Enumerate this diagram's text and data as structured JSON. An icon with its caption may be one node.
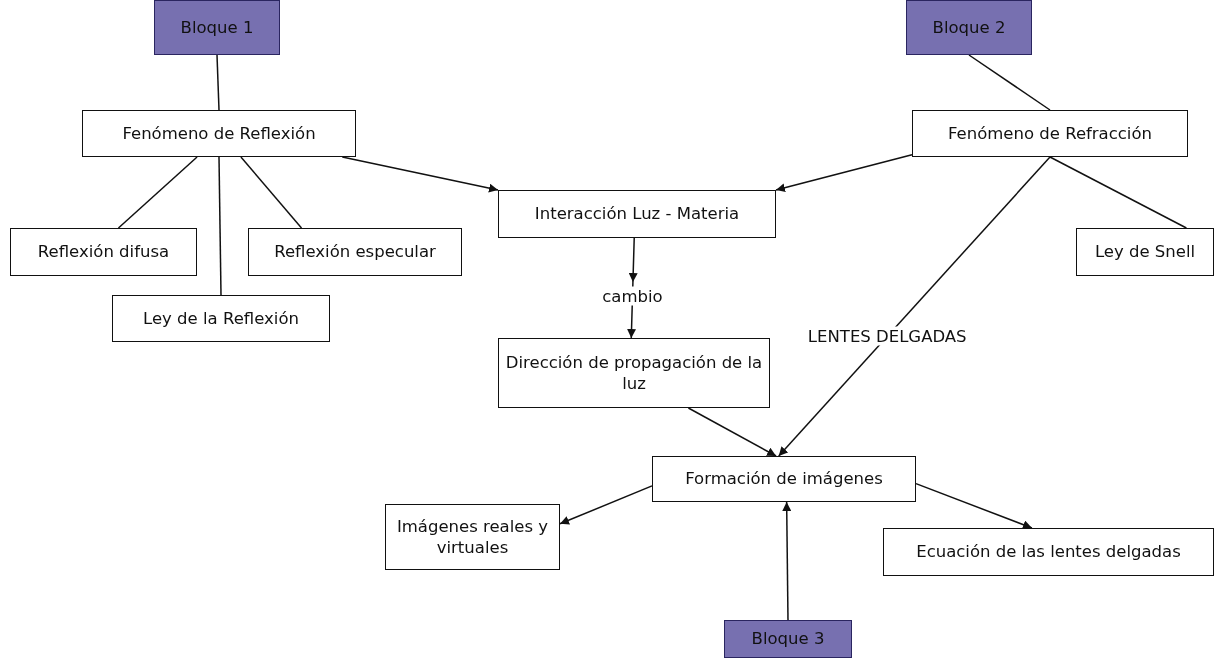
{
  "diagram": {
    "nodes": [
      {
        "text": [
          "Bloque 1"
        ]
      },
      {
        "text": [
          "Bloque 2"
        ]
      },
      {
        "text": [
          "Fenómeno de Reflexión"
        ]
      },
      {
        "text": [
          "Fenómeno de Refracción"
        ]
      },
      {
        "text": [
          "Reflexión difusa"
        ]
      },
      {
        "text": [
          "Ley de la Reflexión"
        ]
      },
      {
        "text": [
          "Reflexión especular"
        ]
      },
      {
        "text": [
          "Interacción Luz - Materia"
        ]
      },
      {
        "text": [
          "Ley de Snell"
        ]
      },
      {
        "text": [
          "Dirección de propagación de la luz"
        ]
      },
      {
        "text": [
          "Formación de imágenes"
        ]
      },
      {
        "text": [
          "Imágenes reales y virtuales"
        ]
      },
      {
        "text": [
          "Ecuación de las lentes delgadas"
        ]
      },
      {
        "text": [
          "Bloque 3"
        ]
      }
    ],
    "edges": [
      {
        "from": 0,
        "to": 2,
        "arrow": "none"
      },
      {
        "from": 1,
        "to": 3,
        "arrow": "none"
      },
      {
        "from": 2,
        "to": 4,
        "arrow": "none"
      },
      {
        "from": 2,
        "to": 5,
        "arrow": "none"
      },
      {
        "from": 2,
        "to": 6,
        "arrow": "none"
      },
      {
        "from": 2,
        "to": 7,
        "arrow": "to"
      },
      {
        "from": 3,
        "to": 7,
        "arrow": "to"
      },
      {
        "from": 3,
        "to": 8,
        "arrow": "none"
      },
      {
        "from": 7,
        "to": 9,
        "arrow": "to",
        "label": "cambio"
      },
      {
        "from": 3,
        "to": 10,
        "arrow": "to",
        "label": "LENTES DELGADAS"
      },
      {
        "from": 9,
        "to": 10,
        "arrow": "to"
      },
      {
        "from": 10,
        "to": 11,
        "arrow": "to"
      },
      {
        "from": 10,
        "to": 12,
        "arrow": "to"
      },
      {
        "from": 13,
        "to": 10,
        "arrow": "to"
      }
    ]
  }
}
